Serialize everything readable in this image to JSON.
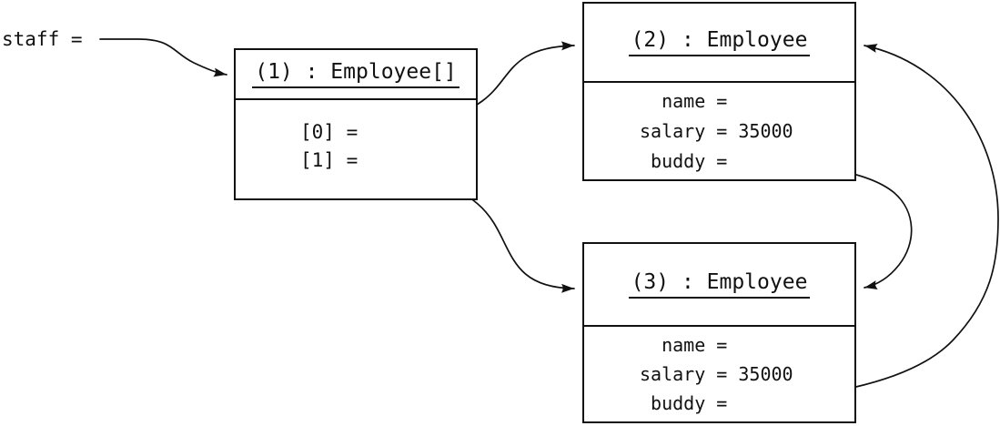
{
  "colors": {
    "stroke": "#111111",
    "background": "#ffffff"
  },
  "diagram": {
    "staff_label": "staff =",
    "array_object": {
      "title": "(1) : Employee[]",
      "fields": [
        {
          "label": "[0] ="
        },
        {
          "label": "[1] ="
        }
      ]
    },
    "employee_2": {
      "title": "(2) : Employee",
      "fields": [
        {
          "label": "  name ="
        },
        {
          "label": "salary = 35000"
        },
        {
          "label": " buddy ="
        }
      ]
    },
    "employee_3": {
      "title": "(3) : Employee",
      "fields": [
        {
          "label": "  name ="
        },
        {
          "label": "salary = 35000"
        },
        {
          "label": " buddy ="
        }
      ]
    }
  }
}
